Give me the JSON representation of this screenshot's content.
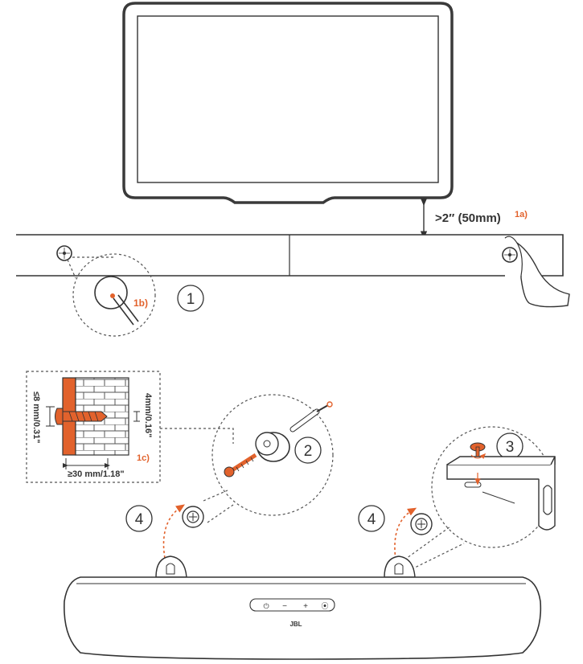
{
  "labels": {
    "gap": ">2″ (50mm)",
    "gap_ref": "1a)",
    "drill_ref": "1b)",
    "screw_ref": "1c)",
    "depth": "4mm/0.16\"",
    "head": "≤8 mm/0.31\"",
    "length": "≥30 mm/1.18\""
  },
  "steps": [
    "1",
    "2",
    "3",
    "4",
    "4"
  ],
  "soundbar": {
    "brand": "JBL",
    "buttons": [
      "⏻",
      "−",
      "+",
      "⦿"
    ]
  },
  "colors": {
    "accent": "#e2622c",
    "line": "#333333",
    "screen_frame": "#3a3a3a"
  }
}
